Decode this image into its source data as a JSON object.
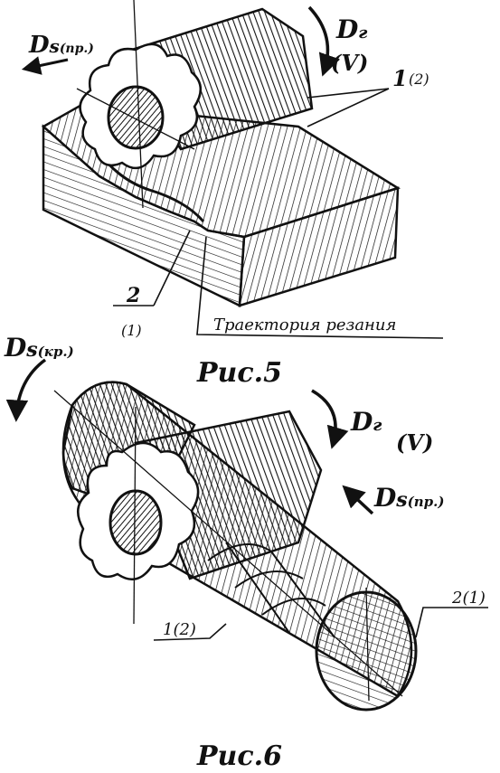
{
  "figure5": {
    "caption": "Рис.5",
    "feed_symbol": "D",
    "feed_subscript": "s",
    "feed_note": "(пр.)",
    "main_symbol": "D",
    "main_subscript": "г",
    "velocity": "(V)",
    "label_1": "1",
    "label_1_alt": "(2)",
    "label_2": "2",
    "label_2_alt": "(1)",
    "trajectory_text": "Траектория резания"
  },
  "figure6": {
    "caption": "Рис.6",
    "feed_round_symbol": "D",
    "feed_round_subscript": "s",
    "feed_round_note": "(кр.)",
    "main_symbol": "D",
    "main_subscript": "г",
    "velocity": "(V)",
    "feed_long_symbol": "D",
    "feed_long_subscript": "s",
    "feed_long_note": "(пр.)",
    "label_2_1": "2(1)",
    "label_1_2": "1(2)"
  }
}
